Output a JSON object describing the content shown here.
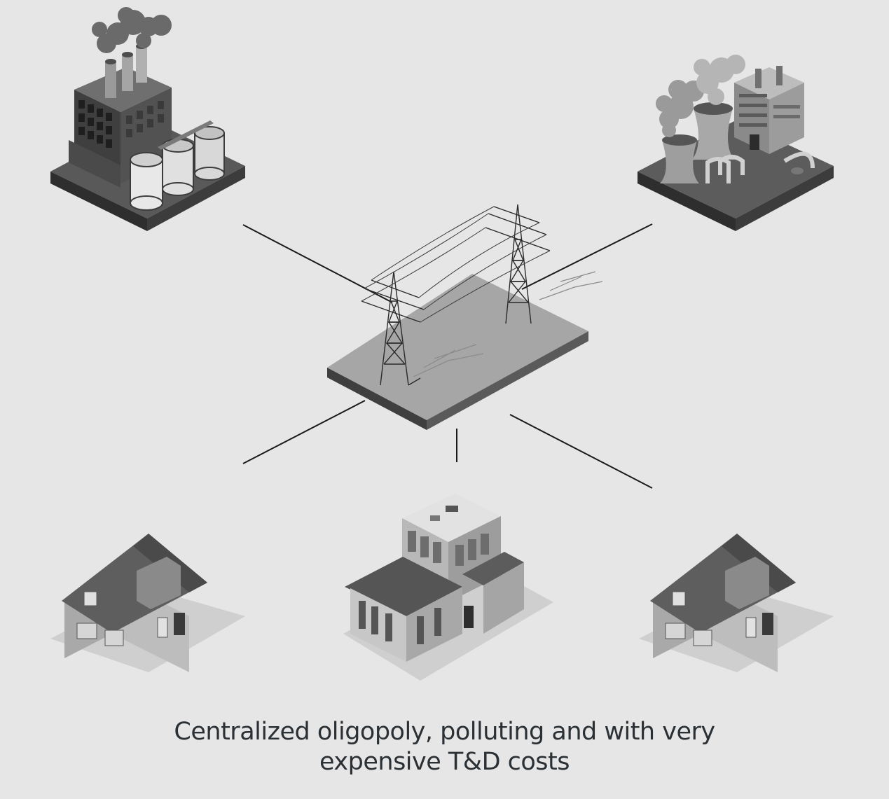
{
  "diagram": {
    "nodes": [
      {
        "id": "factory",
        "icon": "factory-with-storage-tanks-icon"
      },
      {
        "id": "power-plant",
        "icon": "cooling-tower-power-plant-icon"
      },
      {
        "id": "grid",
        "icon": "transmission-towers-icon"
      },
      {
        "id": "house-left",
        "icon": "house-icon"
      },
      {
        "id": "building-center",
        "icon": "modern-building-icon"
      },
      {
        "id": "house-right",
        "icon": "house-icon"
      }
    ],
    "edges": [
      {
        "from": "factory",
        "to": "grid"
      },
      {
        "from": "power-plant",
        "to": "grid"
      },
      {
        "from": "grid",
        "to": "house-left"
      },
      {
        "from": "grid",
        "to": "building-center"
      },
      {
        "from": "grid",
        "to": "house-right"
      }
    ]
  },
  "caption": {
    "line1": "Centralized oligopoly, polluting and with very",
    "line2": "expensive T&D costs"
  },
  "colors": {
    "background": "#e6e6e6",
    "caption_text": "#2b3035",
    "connector": "#1a1a1a"
  }
}
